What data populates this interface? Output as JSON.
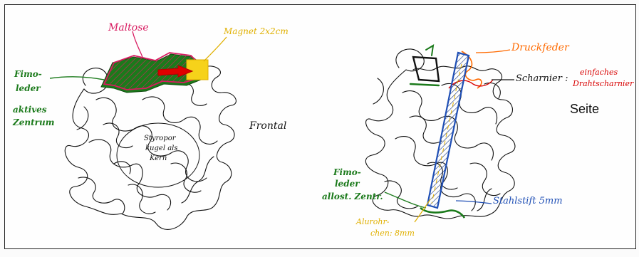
{
  "left_sketch": {
    "maltose": "Maltose",
    "magnet": "Magnet 2x2cm",
    "fimo_leder_1": "Fimo-",
    "fimo_leder_2": "leder",
    "aktives_1": "aktives",
    "aktives_2": "Zentrum",
    "styropor_1": "Styropor",
    "styropor_2": "kugel als",
    "styropor_3": "Kern",
    "frontal": "Frontal"
  },
  "right_sketch": {
    "druckfeder": "Druckfeder",
    "scharnier": "Scharnier :",
    "scharnier_note_1": "einfaches",
    "scharnier_note_2": "Drahtscharnier",
    "seite": "Seite",
    "fimo_1": "Fimo-",
    "fimo_2": "leder",
    "allost": "allost. Zentr.",
    "stahlstift": "Stahlstift 5mm",
    "alu_1": "Alurohr-",
    "alu_2": "chen: 8mm"
  },
  "colors": {
    "maltose": "#d81b60",
    "magnet": "#f6c400",
    "green": "#1b7a1b",
    "orange": "#ff6a00",
    "red": "#d80000",
    "blue": "#1f4fb5",
    "yellow_label": "#e0b000",
    "ink": "#111111"
  }
}
